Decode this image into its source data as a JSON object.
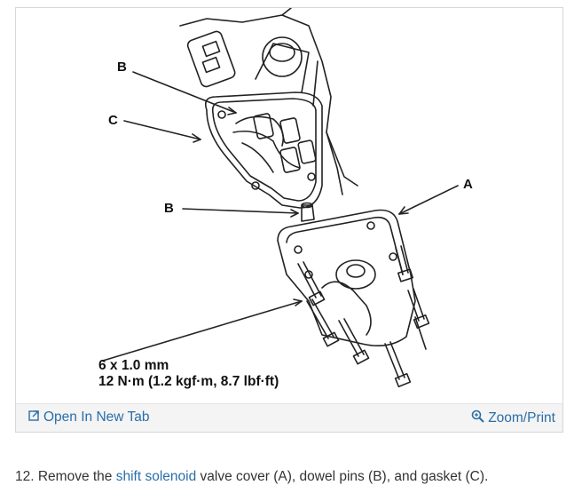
{
  "figure": {
    "callouts": {
      "b_top": "B",
      "c": "C",
      "a": "A",
      "b_mid": "B"
    },
    "spec": {
      "line1": "6 x 1.0 mm",
      "line2": "12 N·m (1.2 kgf·m, 8.7 lbf·ft)"
    }
  },
  "toolbar": {
    "open_label": "Open In New Tab",
    "open_icon": "open-in-new-tab-icon",
    "zoom_label": "Zoom/Print",
    "zoom_icon": "magnifier-icon"
  },
  "caption": {
    "prefix": "12. Remove the ",
    "link1": "shift",
    "space": " ",
    "link2": "solenoid",
    "suffix": " valve cover (A), dowel pins (B), and gasket (C)."
  },
  "colors": {
    "link": "#2a6ea8",
    "toolbar_bg": "#f4f4f4",
    "border": "#d7d7d7"
  }
}
